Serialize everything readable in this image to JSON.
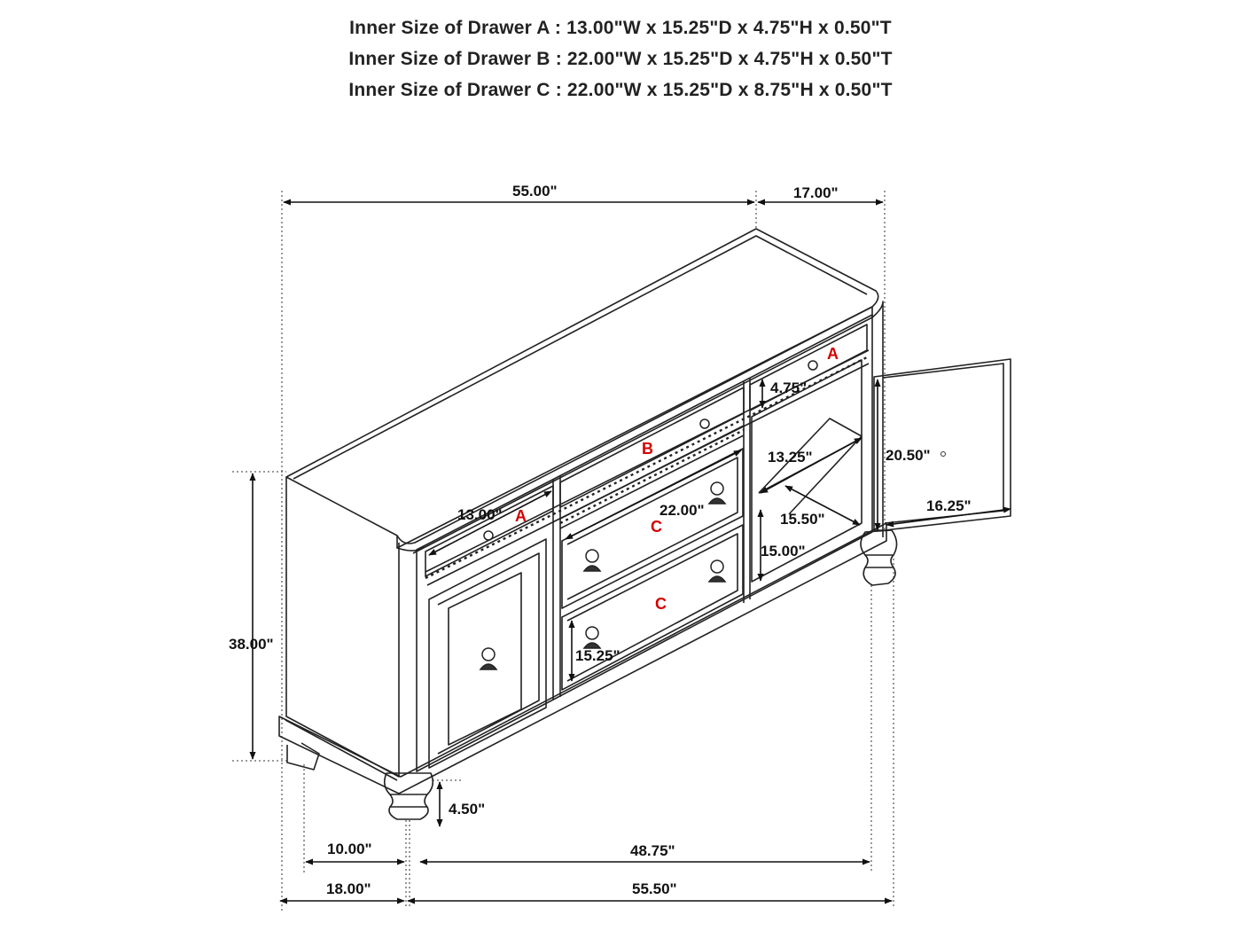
{
  "specs": [
    "Inner Size of Drawer A : 13.00\"W x 15.25\"D x 4.75\"H x 0.50\"T",
    "Inner Size of Drawer B : 22.00\"W x 15.25\"D x 4.75\"H x 0.50\"T",
    "Inner Size of Drawer C : 22.00\"W x 15.25\"D x 8.75\"H x 0.50\"T"
  ],
  "dims": {
    "top_width": "55.00\"",
    "top_depth": "17.00\"",
    "height": "38.00\"",
    "drawer_a_height": "4.75\"",
    "shelf_depth": "13.25\"",
    "door_height": "20.50\"",
    "door_width": "16.25\"",
    "drawer_a_width": "13.00\"",
    "drawer_c_width": "22.00\"",
    "opening_width": "15.50\"",
    "opening_height": "15.00\"",
    "drawer_c_height": "15.25\"",
    "leg_height": "4.50\"",
    "leg_depth": "10.00\"",
    "leg_span": "48.75\"",
    "base_depth": "18.00\"",
    "base_width": "55.50\""
  },
  "labels": {
    "drawer_a": "A",
    "drawer_b": "B",
    "drawer_c": "C"
  },
  "colors": {
    "line": "#222222",
    "label": "#d40000"
  }
}
